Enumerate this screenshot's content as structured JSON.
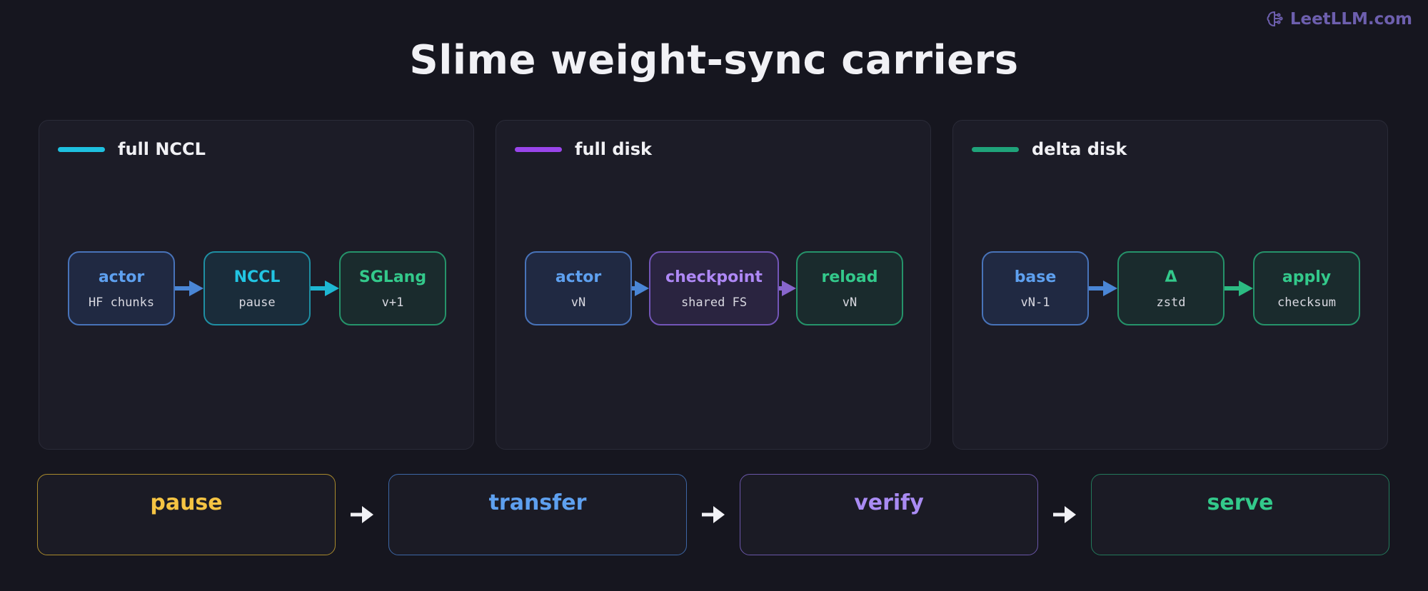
{
  "brand": {
    "text": "LeetLLM.com",
    "icon": "brain-icon",
    "color": "#6d5fae"
  },
  "title": "Slime weight-sync carriers",
  "panels": [
    {
      "title": "full NCCL",
      "accent": "#1ec0df",
      "nodes": [
        {
          "label": "actor",
          "sub": "HF chunks",
          "style": "blue"
        },
        {
          "label": "NCCL",
          "sub": "pause",
          "style": "teal"
        },
        {
          "label": "SGLang",
          "sub": "v+1",
          "style": "green"
        }
      ],
      "arrow_colors": [
        "#4a86d6",
        "#1eb7d3"
      ]
    },
    {
      "title": "full disk",
      "accent": "#9945ea",
      "nodes": [
        {
          "label": "actor",
          "sub": "vN",
          "style": "blue"
        },
        {
          "label": "checkpoint",
          "sub": "shared FS",
          "style": "purple"
        },
        {
          "label": "reload",
          "sub": "vN",
          "style": "green"
        }
      ],
      "arrow_colors": [
        "#4a86d6",
        "#8866cc"
      ]
    },
    {
      "title": "delta disk",
      "accent": "#1fa37a",
      "nodes": [
        {
          "label": "base",
          "sub": "vN-1",
          "style": "blue"
        },
        {
          "label": "Δ",
          "sub": "zstd",
          "style": "green"
        },
        {
          "label": "apply",
          "sub": "checksum",
          "style": "green"
        }
      ],
      "arrow_colors": [
        "#4a86d6",
        "#2cba82"
      ]
    }
  ],
  "pipeline": [
    {
      "label": "pause",
      "color": "#f5c443",
      "border": "#a98a2c"
    },
    {
      "label": "transfer",
      "color": "#5ea0ef",
      "border": "#3d67a6"
    },
    {
      "label": "verify",
      "color": "#a98bf3",
      "border": "#6a56a8"
    },
    {
      "label": "serve",
      "color": "#33c98b",
      "border": "#23795b"
    }
  ]
}
